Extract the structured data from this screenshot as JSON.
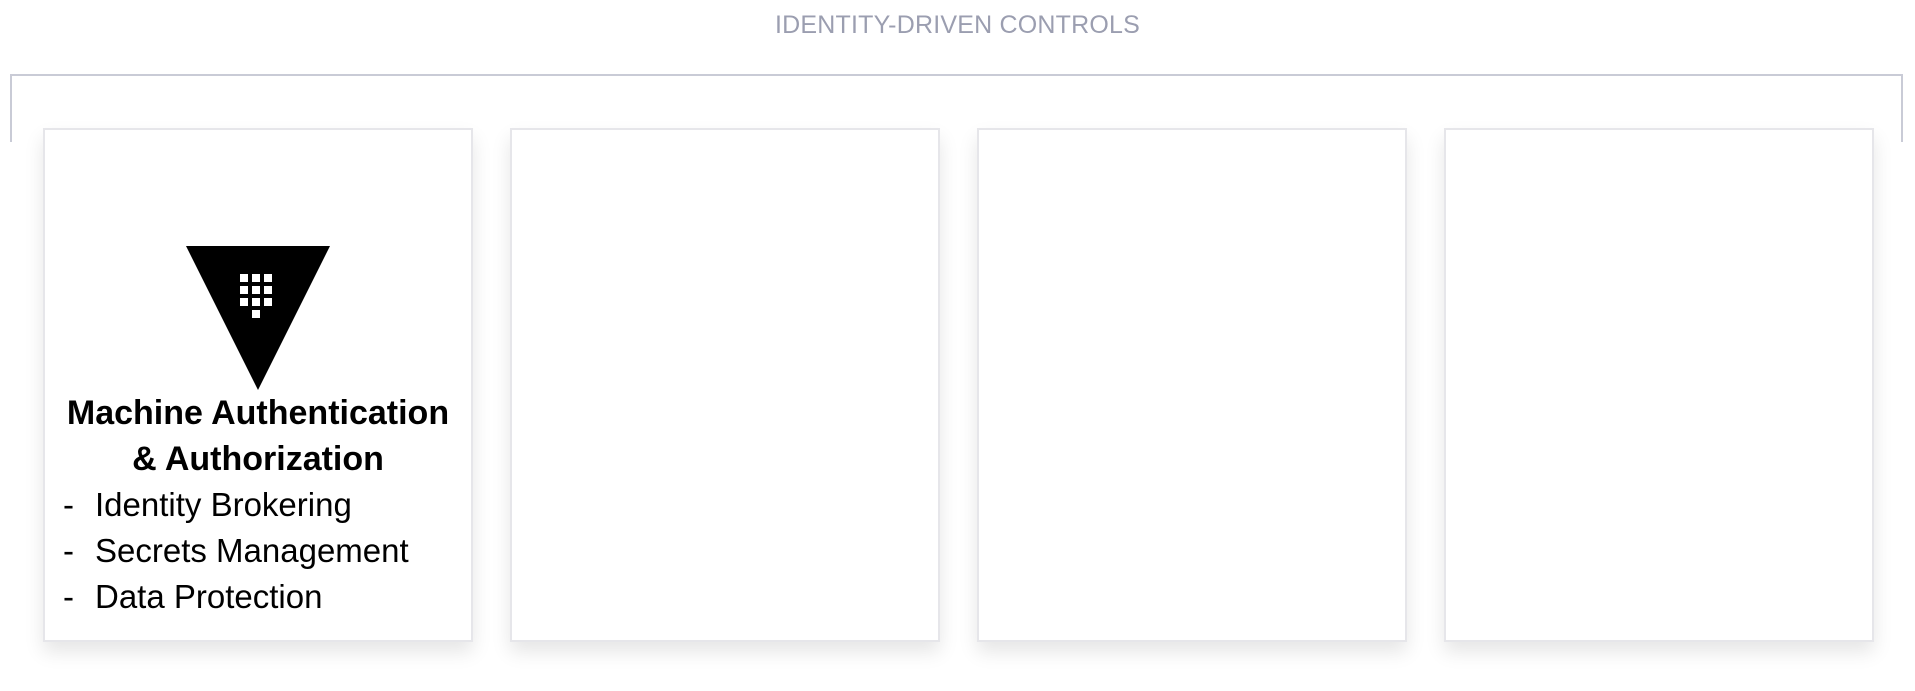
{
  "header": {
    "title": "IDENTITY-DRIVEN CONTROLS"
  },
  "cards": [
    {
      "logo_icon": "vault-triangle-icon",
      "title_line1": "Machine Authentication",
      "title_line2": "& Authorization",
      "features": [
        {
          "bullet": "-",
          "label": "Identity Brokering"
        },
        {
          "bullet": "-",
          "label": "Secrets Management"
        },
        {
          "bullet": "-",
          "label": "Data Protection"
        }
      ]
    },
    {},
    {},
    {}
  ],
  "colors": {
    "heading": "#9b9eb0",
    "bracket": "#c9cbd6",
    "card_border": "#e6e6ea",
    "logo": "#000000",
    "text": "#000000"
  }
}
